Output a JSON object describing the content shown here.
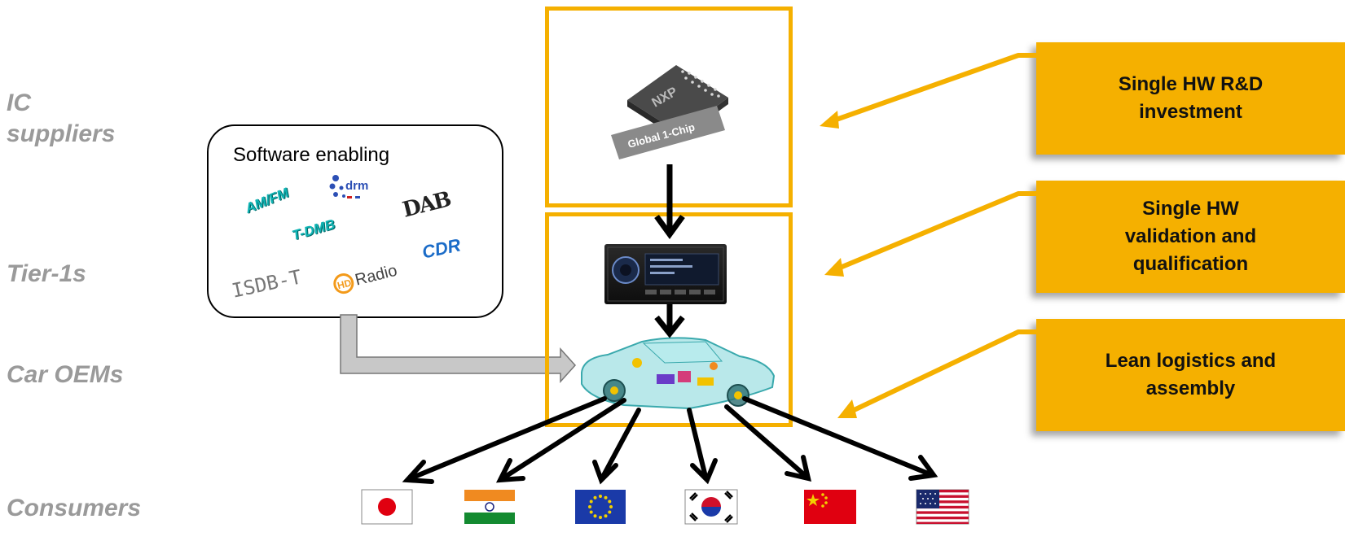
{
  "row_labels": {
    "ic": [
      "IC",
      "suppliers"
    ],
    "tier1": "Tier-1s",
    "oems": "Car OEMs",
    "consumers": "Consumers"
  },
  "software_box": {
    "title": "Software enabling",
    "logos": {
      "amfm": "AM/FM",
      "drm": "DRM",
      "dab": "DAB",
      "tdmb": "T-DMB",
      "cdr": "CDR",
      "isdb": "ISDB-T",
      "hd": "Radio"
    }
  },
  "chip": {
    "brand": "NXP",
    "label": "Global 1-Chip"
  },
  "callouts": {
    "rd": "Single HW R&D investment",
    "validation": "Single HW validation and qualification",
    "logistics": "Lean logistics and assembly"
  },
  "flags": [
    "japan",
    "india",
    "eu",
    "korea",
    "china",
    "usa"
  ],
  "colors": {
    "accent": "#f5b000",
    "label_gray": "#9a9a9a",
    "arrow": "#000000"
  }
}
